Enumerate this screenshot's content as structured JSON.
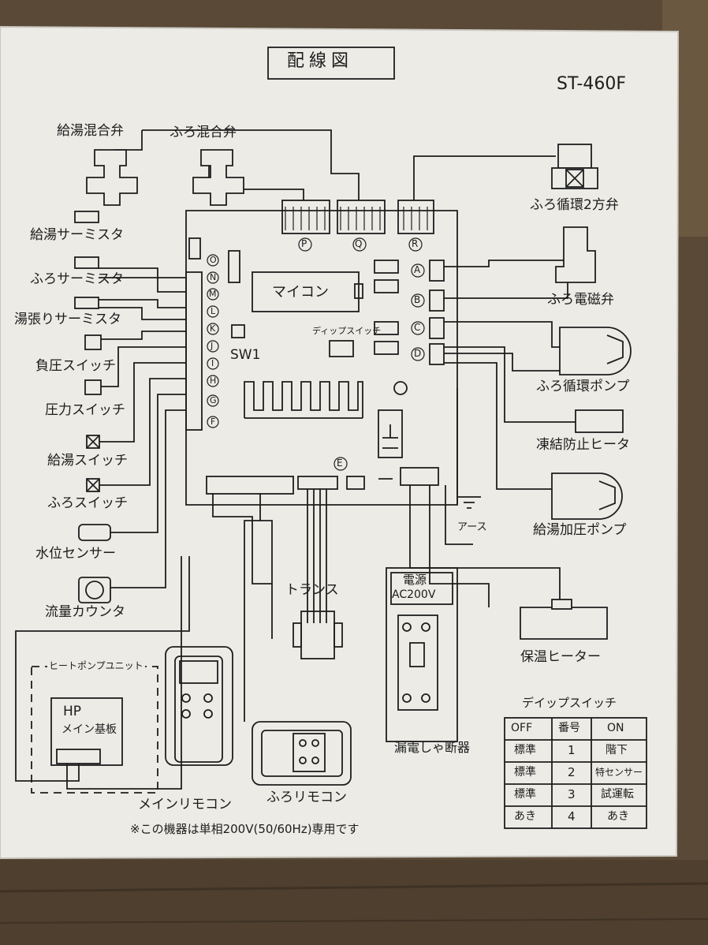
{
  "diagram": {
    "title": "配線図",
    "model": "ST-460F",
    "footnote": "※この機器は単相200V(50/60Hz)専用です",
    "left_components": [
      "給湯混合弁",
      "ふろ混合弁",
      "給湯サーミスタ",
      "ふろサーミスタ",
      "湯張りサーミスタ",
      "負圧スイッチ",
      "圧力スイッチ",
      "給湯スイッチ",
      "ふろスイッチ",
      "水位センサー",
      "流量カウンタ"
    ],
    "right_components": [
      "ふろ循環2方弁",
      "ふろ電磁弁",
      "ふろ循環ポンプ",
      "凍結防止ヒータ",
      "給湯加圧ポンプ",
      "保温ヒーター"
    ],
    "board": {
      "cpu": "マイコン",
      "dip_switch": "ディップスイッチ",
      "sw1": "SW1",
      "left_connectors": [
        "O",
        "N",
        "M",
        "L",
        "K",
        "J",
        "I",
        "H",
        "G",
        "F"
      ],
      "top_connectors": [
        "P",
        "Q",
        "R"
      ],
      "right_connectors": [
        "A",
        "B",
        "C",
        "D"
      ],
      "bottom_connector": "E"
    },
    "earth": "アース",
    "transformer": "トランス",
    "power": {
      "label": "電源",
      "voltage": "AC200V"
    },
    "breaker": "漏電しゃ断器",
    "heat_pump": {
      "unit": "ヒートポンプユニット",
      "board_line1": "HP",
      "board_line2": "メイン基板"
    },
    "main_remote": "メインリモコン",
    "bath_remote": "ふろリモコン",
    "dip_table": {
      "caption": "デイップスイッチ",
      "headers": [
        "OFF",
        "番号",
        "ON"
      ],
      "rows": [
        [
          "標準",
          "1",
          "階下"
        ],
        [
          "標準",
          "2",
          "特センサー"
        ],
        [
          "標準",
          "3",
          "試運転"
        ],
        [
          "あき",
          "4",
          "あき"
        ]
      ]
    }
  }
}
